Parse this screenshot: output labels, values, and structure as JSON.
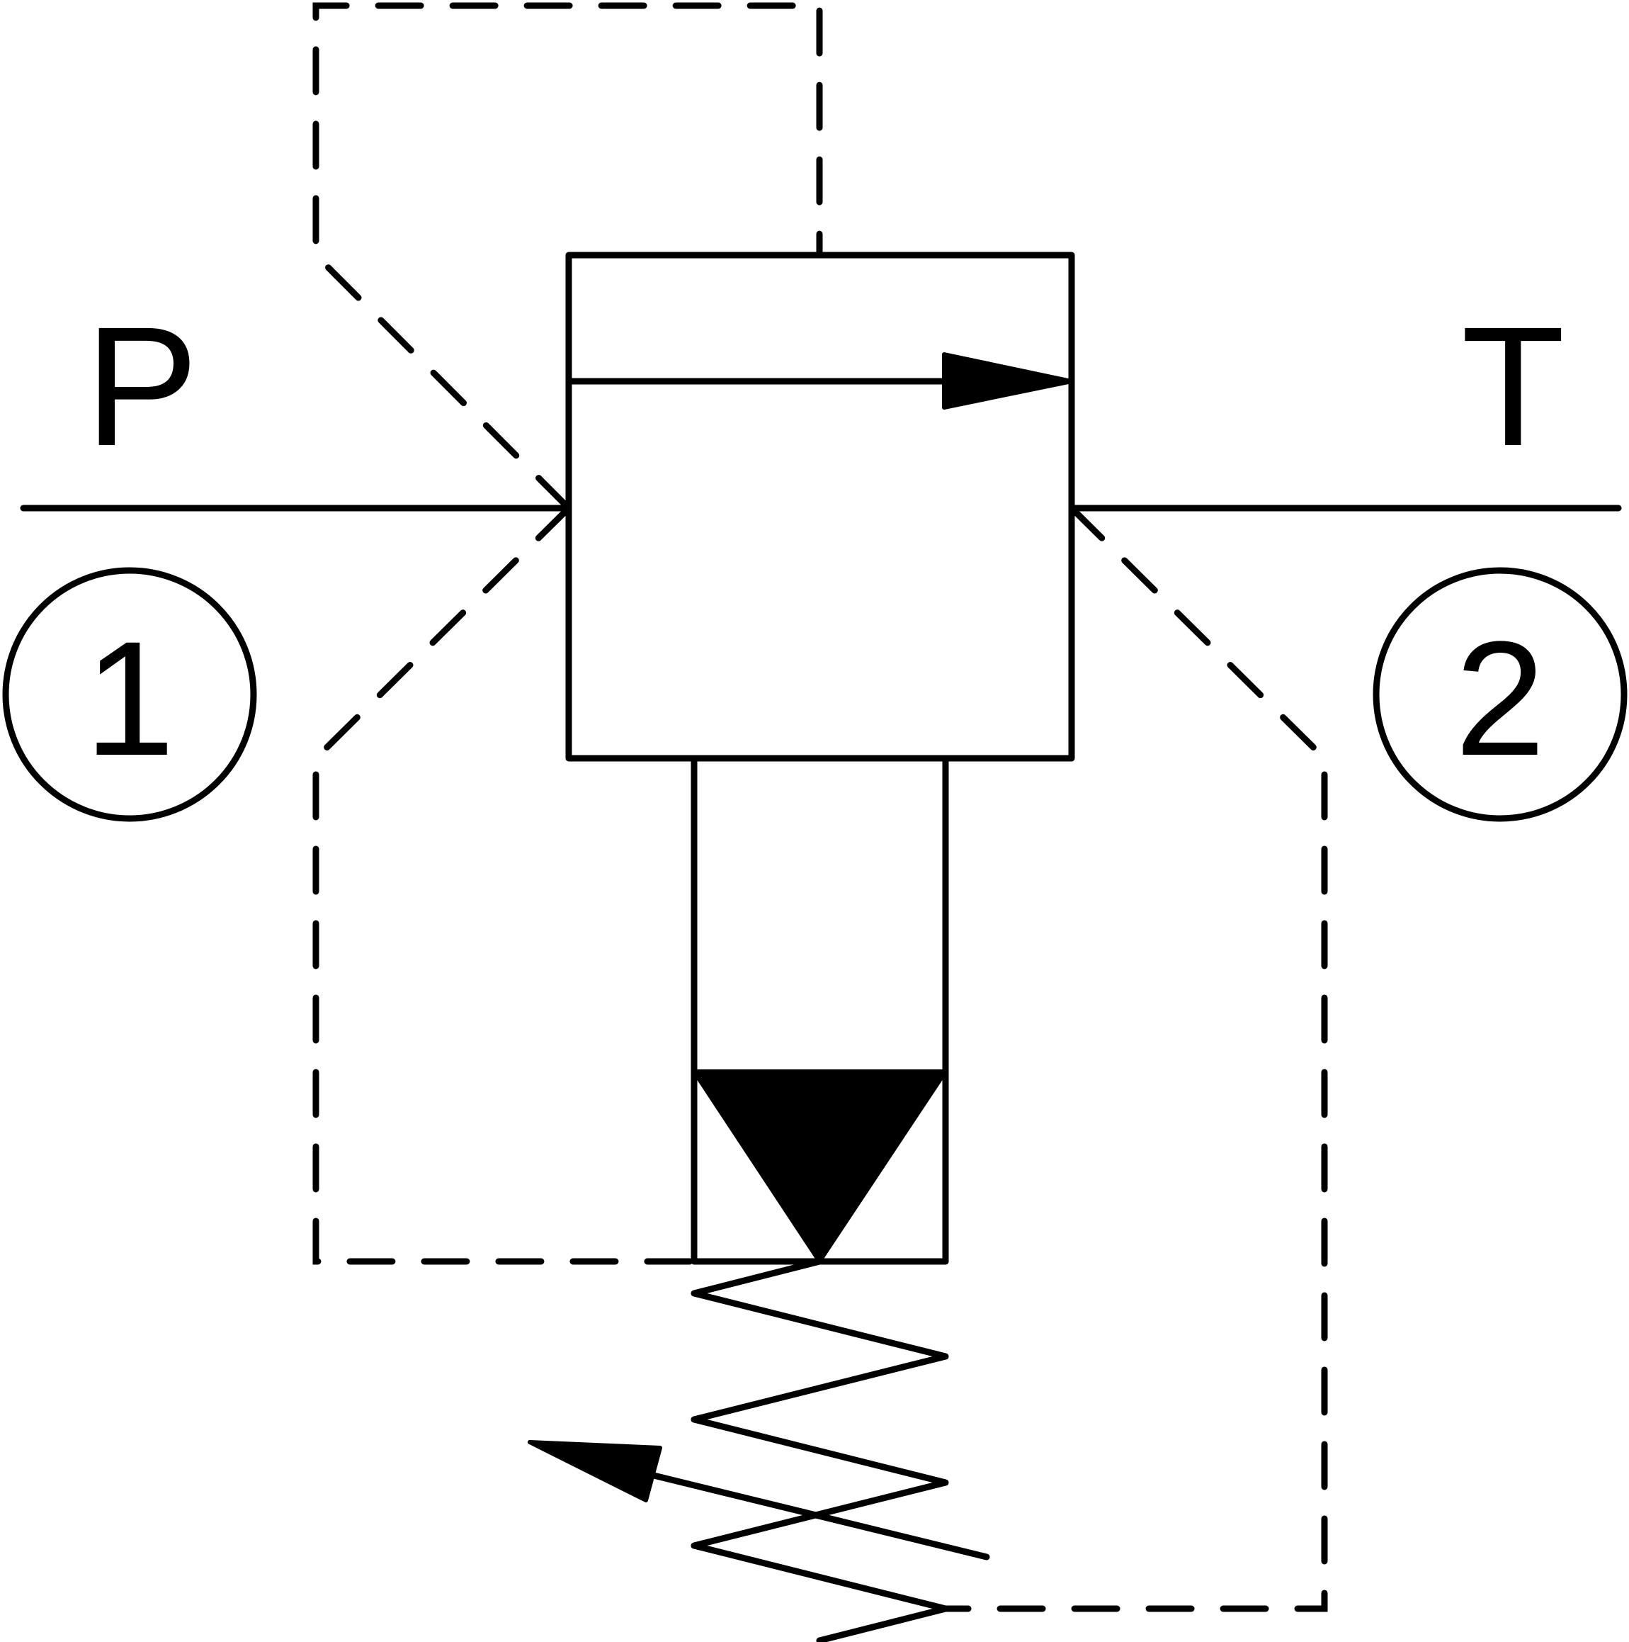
{
  "ports": {
    "p": {
      "letter": "P",
      "number": "1"
    },
    "t": {
      "letter": "T",
      "number": "2"
    }
  },
  "colors": {
    "line": "#000000",
    "background": "#ffffff"
  }
}
